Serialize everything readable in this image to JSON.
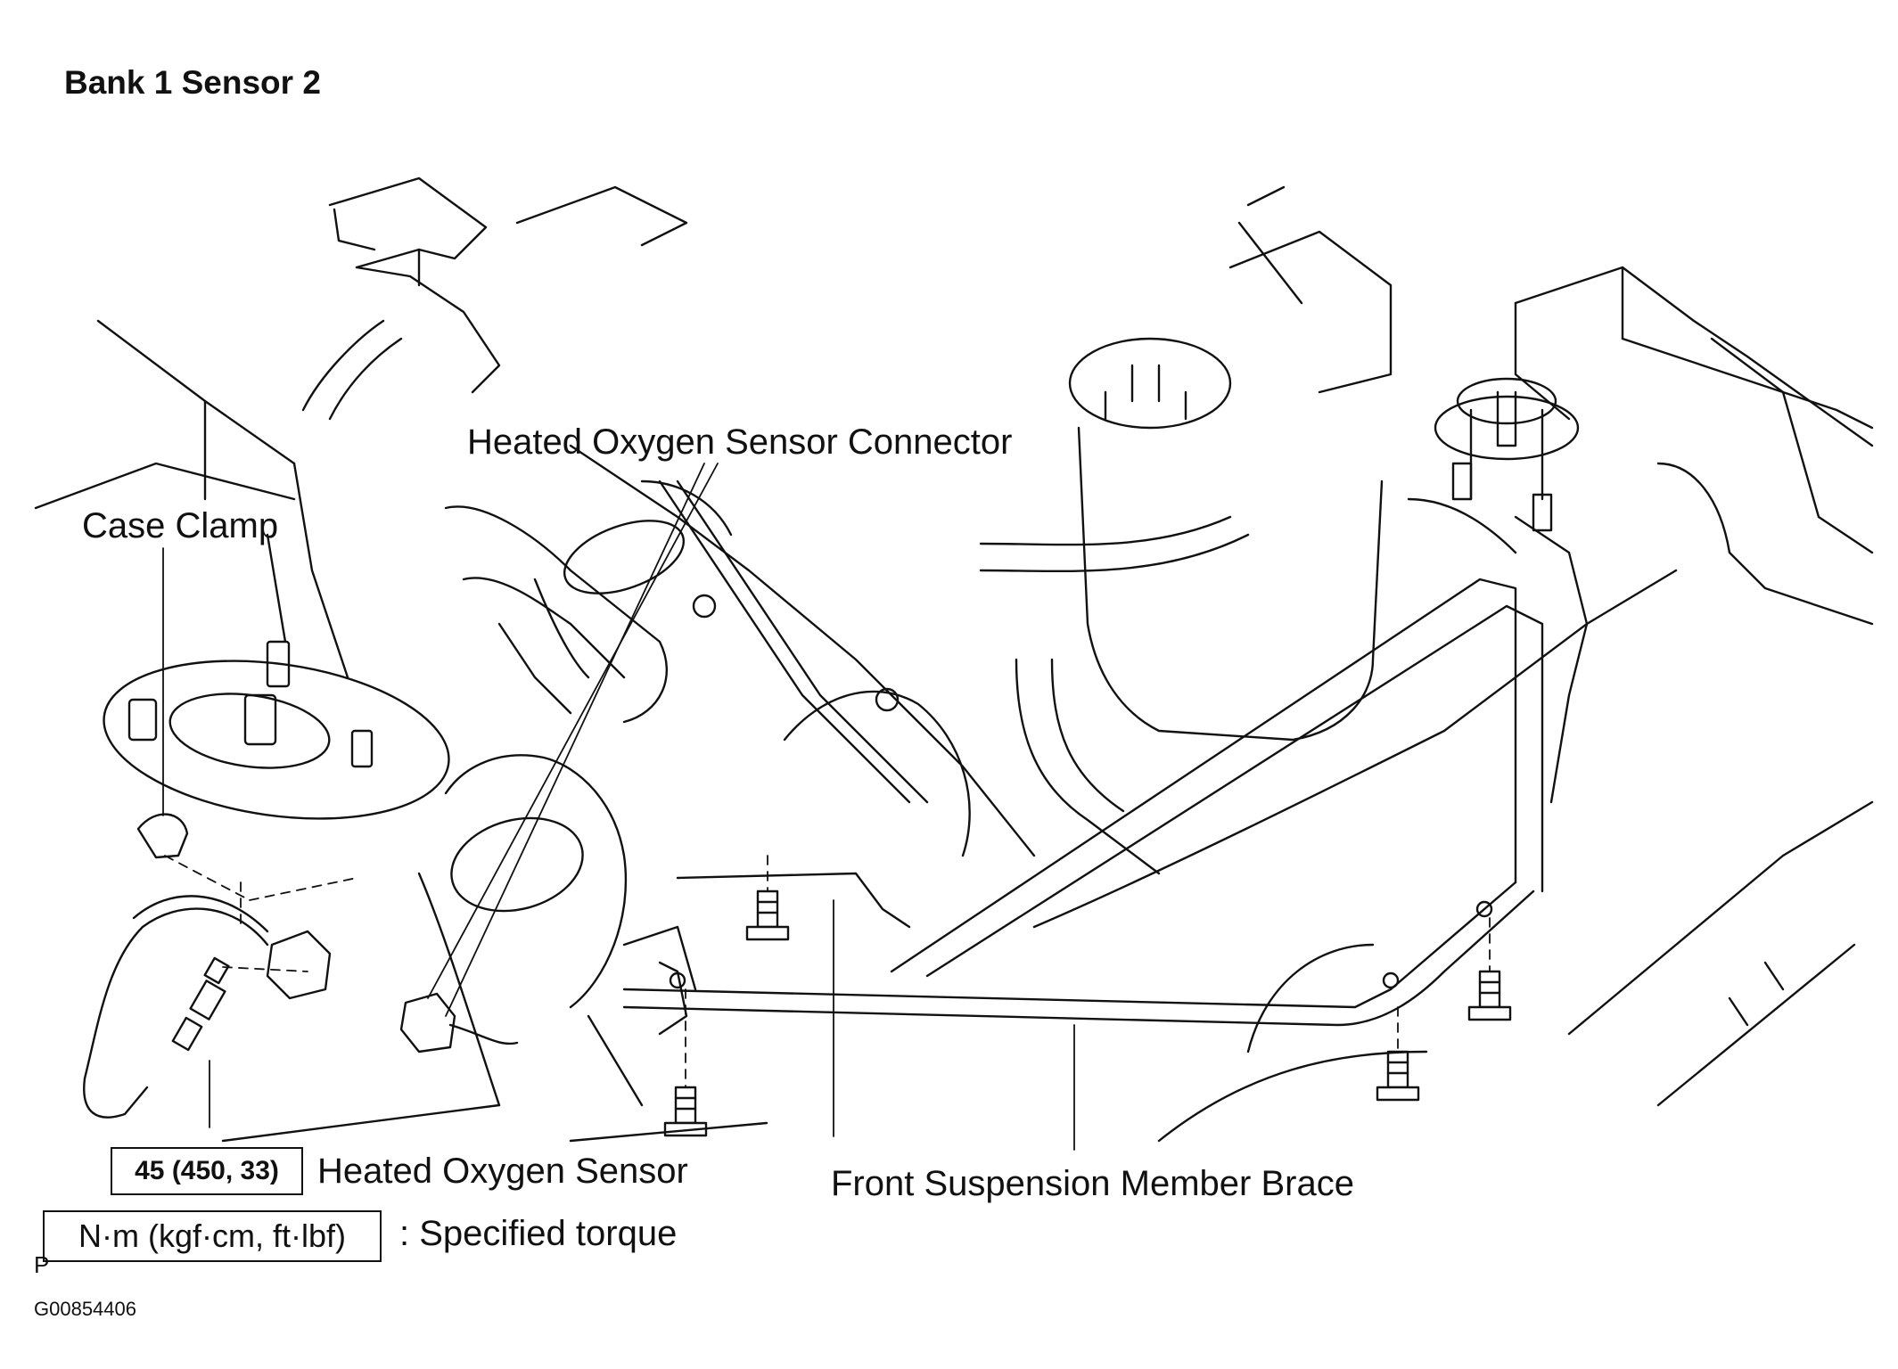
{
  "title": "Bank 1 Sensor 2",
  "labels": {
    "connector": "Heated Oxygen Sensor Connector",
    "case_clamp": "Case Clamp",
    "sensor": "Heated Oxygen Sensor",
    "brace": "Front Suspension  Member Brace",
    "specified_torque": ": Specified torque"
  },
  "torque": {
    "value": "45 (450, 33)",
    "unit_legend": "N·m (kgf·cm, ft·lbf)"
  },
  "footer": {
    "marker": "P",
    "figure_id": "G00854406"
  }
}
